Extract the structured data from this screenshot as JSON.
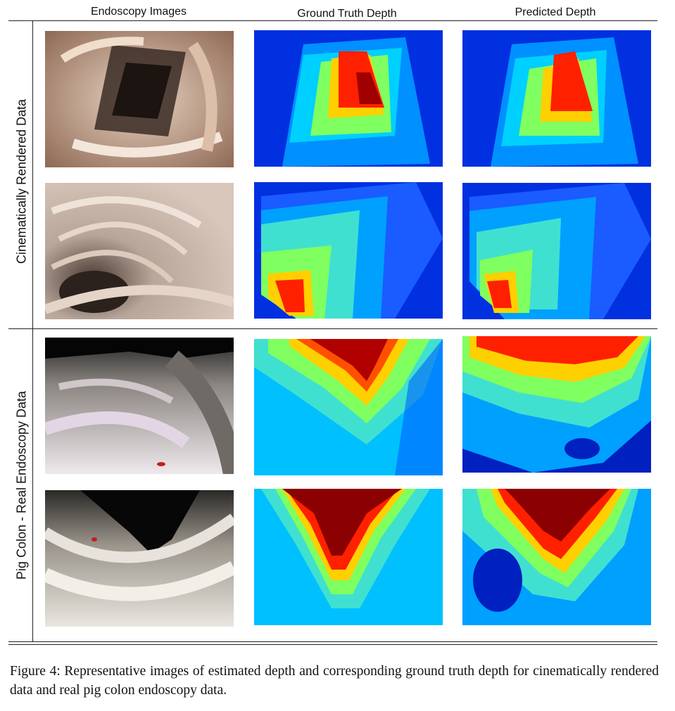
{
  "figure": {
    "column_headers": [
      "Endoscopy Images",
      "Ground Truth Depth",
      "Predicted Depth"
    ],
    "row_labels": [
      "Cinematically Rendered Data",
      "Pig Colon - Real Endoscopy Data"
    ],
    "caption": "Figure 4: Representative images of estimated depth and corresponding ground truth depth for cinematically rendered data and real pig colon endoscopy data.",
    "colors": {
      "depth_far": "#8b0000",
      "depth_high": "#ff2000",
      "depth_mid_high": "#ffd000",
      "depth_mid": "#80ff60",
      "depth_mid_low": "#00d0ff",
      "depth_near": "#0030e0",
      "tissue_rendered": "#c9a58a",
      "tissue_real": "#e8e3e6"
    }
  }
}
